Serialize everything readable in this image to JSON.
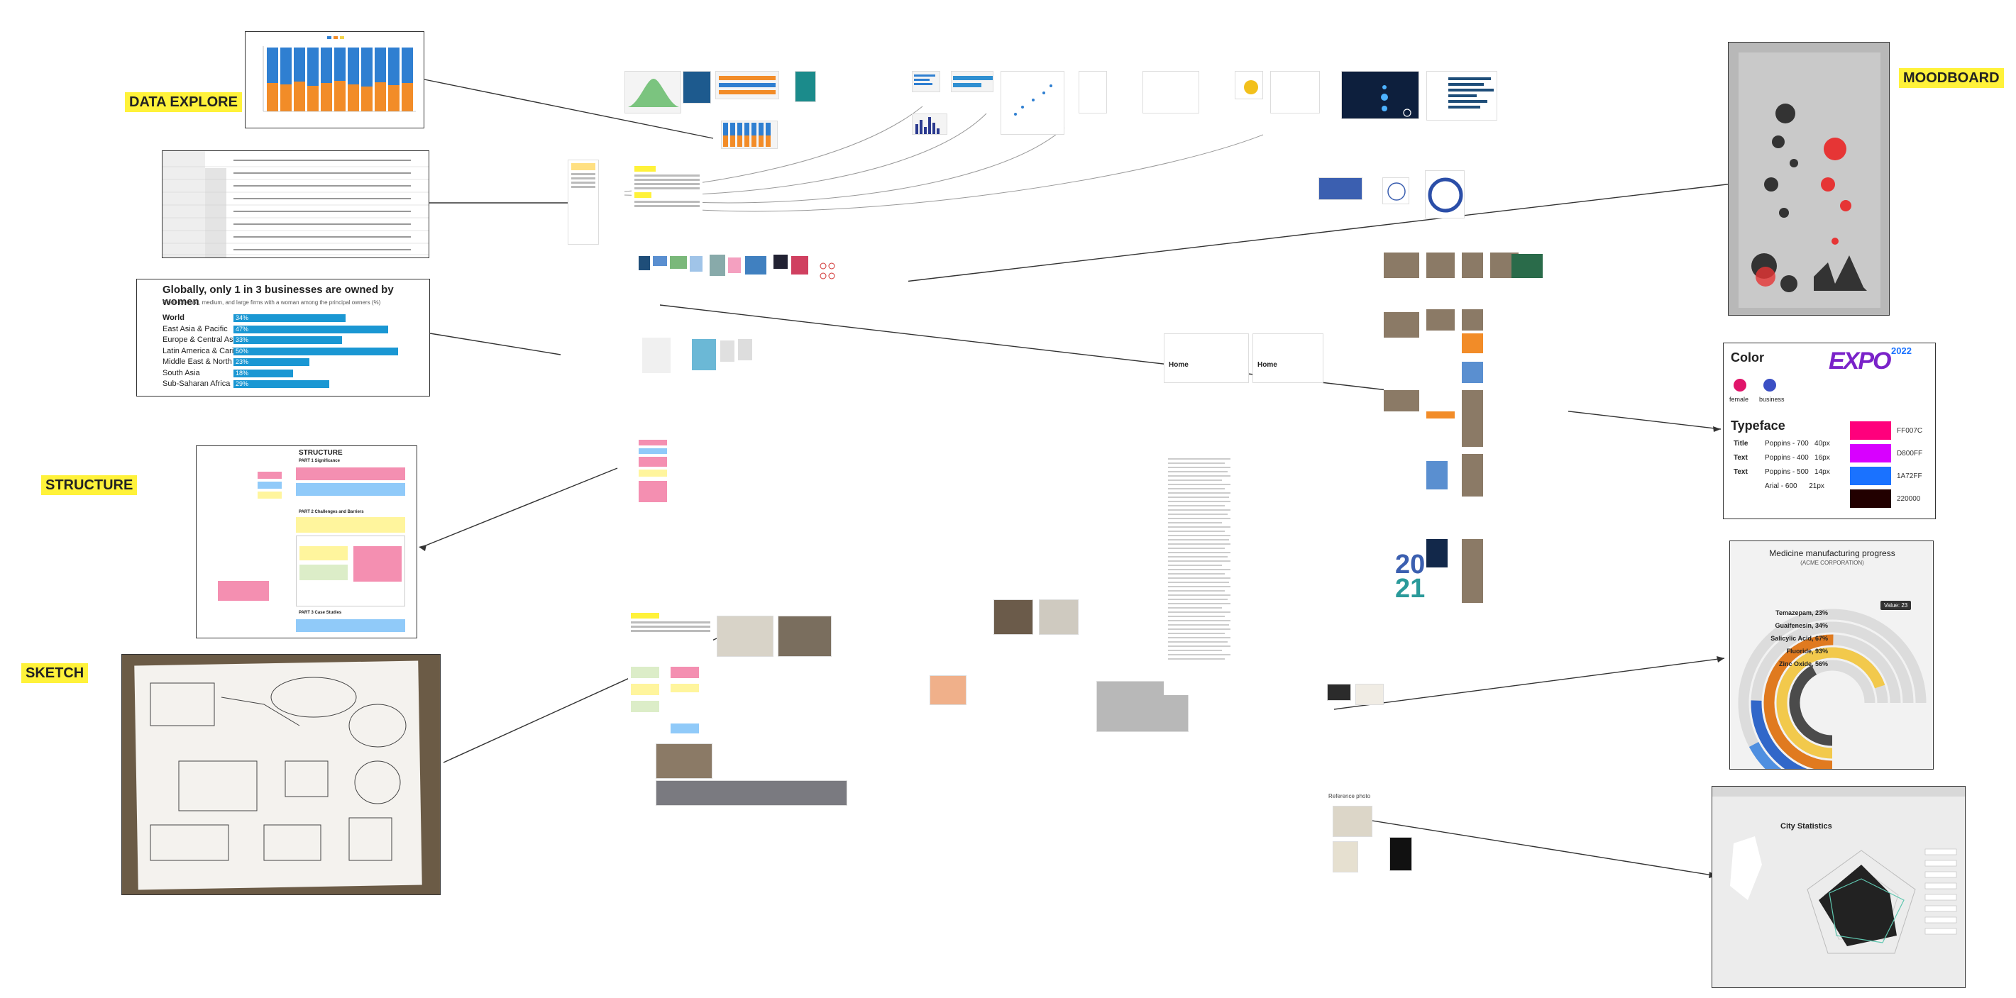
{
  "labels": {
    "data_explore": "DATA EXPLORE",
    "structure": "STRUCTURE",
    "sketch": "SKETCH",
    "moodboard": "MOODBOARD"
  },
  "women_chart": {
    "title": "Globally, only 1 in 3 businesses are owned by women",
    "subtitle": "Share of small, medium, and large firms with a woman among the principal owners (%)",
    "rows": [
      {
        "region": "World",
        "value": 34,
        "label": "34%"
      },
      {
        "region": "East Asia & Pacific",
        "value": 47,
        "label": "47%"
      },
      {
        "region": "Europe & Central Asia",
        "value": 33,
        "label": "33%"
      },
      {
        "region": "Latin America & Caribbean",
        "value": 50,
        "label": "50%"
      },
      {
        "region": "Middle East & North Africa",
        "value": 23,
        "label": "23%"
      },
      {
        "region": "South Asia",
        "value": 18,
        "label": "18%"
      },
      {
        "region": "Sub-Saharan Africa",
        "value": 29,
        "label": "29%"
      }
    ]
  },
  "structure": {
    "title": "STRUCTURE",
    "part1": "PART 1 Significance",
    "part2": "PART 2 Challenges and Barriers",
    "part3": "PART 3 Case Studies"
  },
  "color_panel": {
    "title": "Color",
    "legend": [
      {
        "label": "female",
        "color": "#e0156a"
      },
      {
        "label": "business",
        "color": "#3b4fc4"
      }
    ],
    "expo": "EXPO",
    "expo_year": "2022",
    "typeface_title": "Typeface",
    "type_rows": [
      {
        "role": "Title",
        "spec": "Poppins - 700   40px"
      },
      {
        "role": "Text",
        "spec": "Poppins - 400   16px"
      },
      {
        "role": "Text",
        "spec": "Poppins - 500   14px"
      },
      {
        "role": "",
        "spec": "Arial - 600      21px"
      }
    ],
    "swatches": [
      {
        "hex": "#FF007C",
        "label": "FF007C"
      },
      {
        "hex": "#D800FF",
        "label": "D800FF"
      },
      {
        "hex": "#1A72FF",
        "label": "1A72FF"
      },
      {
        "hex": "#220000",
        "label": "220000"
      }
    ]
  },
  "radial_chart": {
    "title": "Medicine manufacturing progress",
    "subtitle": "(ACME CORPORATION)",
    "tooltip": "Value: 23",
    "items": [
      {
        "name": "Temazepam, 23%",
        "value": 23,
        "color": "#4f8fe0"
      },
      {
        "name": "Guaifenesin, 34%",
        "value": 34,
        "color": "#3167c9"
      },
      {
        "name": "Salicylic Acid, 67%",
        "value": 67,
        "color": "#e07a1f"
      },
      {
        "name": "Fluoride, 93%",
        "value": 93,
        "color": "#f2c94c"
      },
      {
        "name": "Zinc Oxide, 56%",
        "value": 56,
        "color": "#4b4b4b"
      }
    ]
  },
  "city_stats": {
    "title": "City Statistics"
  },
  "board": {
    "reference_label": "Reference photo",
    "home1": "Home",
    "home2": "Home",
    "year_top": "20",
    "year_bottom": "21",
    "icon_search": "search-icon"
  }
}
